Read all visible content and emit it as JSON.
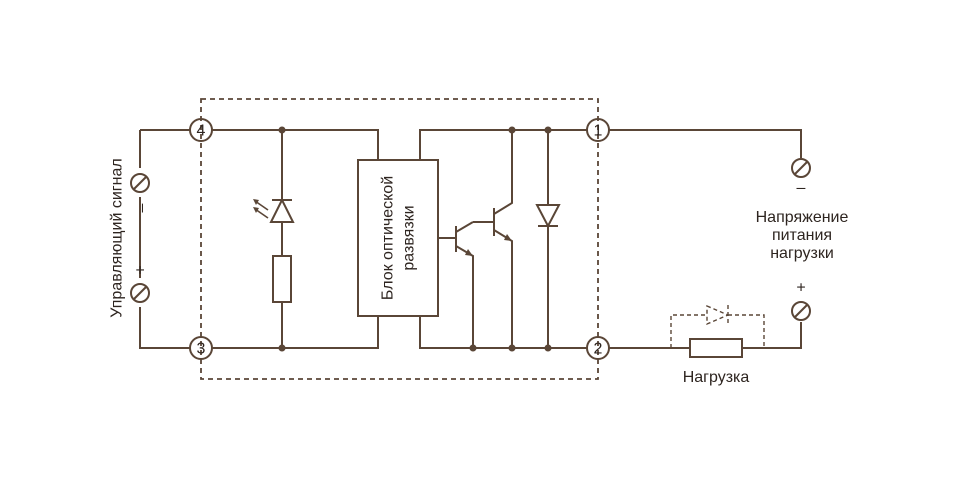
{
  "terminals": {
    "t4": "4",
    "t3": "3",
    "t1": "1",
    "t2": "2"
  },
  "labels": {
    "control_signal": "Управляющий сигнал",
    "opto_block_line1": "Блок оптической",
    "opto_block_line2": "развязки",
    "supply_line1": "Напряжение",
    "supply_line2": "питания",
    "supply_line3": "нагрузки",
    "load": "Нагрузка"
  },
  "polarity": {
    "control_top": "–",
    "control_bottom": "+",
    "supply_top": "–",
    "supply_bottom": "+"
  },
  "colors": {
    "line": "#5a4637",
    "text": "#2e2520"
  }
}
